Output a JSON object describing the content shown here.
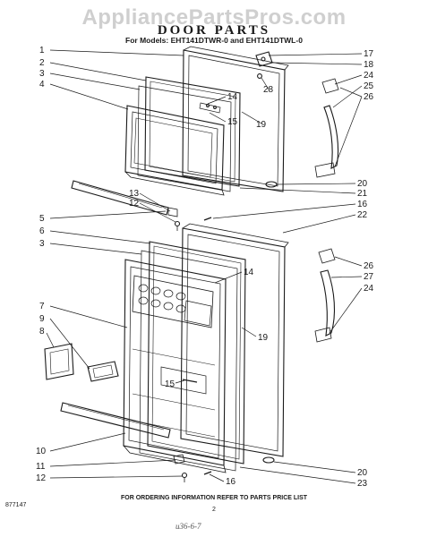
{
  "watermark": "AppliancePartsPros.com",
  "title": "DOOR PARTS",
  "models_line": "For Models: EHT141DTWR-0 and EHT141DTWL-0",
  "footer_note": "FOR ORDERING INFORMATION REFER TO PARTS PRICE LIST",
  "page_number": "2",
  "doc_code": "877147",
  "handwritten_note": "u36-6-7",
  "callouts": {
    "c1": "1",
    "c2": "2",
    "c3": "3",
    "c4": "4",
    "c17": "17",
    "c18": "18",
    "c24": "24",
    "c25": "25",
    "c26": "26",
    "c14": "14",
    "c15": "15",
    "c28": "28",
    "c19": "19",
    "c5": "5",
    "c13": "13",
    "c12": "12",
    "c20": "20",
    "c21": "21",
    "c16": "16",
    "c22": "22",
    "c6": "6",
    "c3b": "3",
    "c26b": "26",
    "c27": "27",
    "c24b": "24",
    "c14b": "14",
    "c7": "7",
    "c9": "9",
    "c8": "8",
    "c19b": "19",
    "c15b": "15",
    "c10": "10",
    "c11": "11",
    "c12b": "12",
    "c16b": "16",
    "c20b": "20",
    "c23": "23"
  }
}
